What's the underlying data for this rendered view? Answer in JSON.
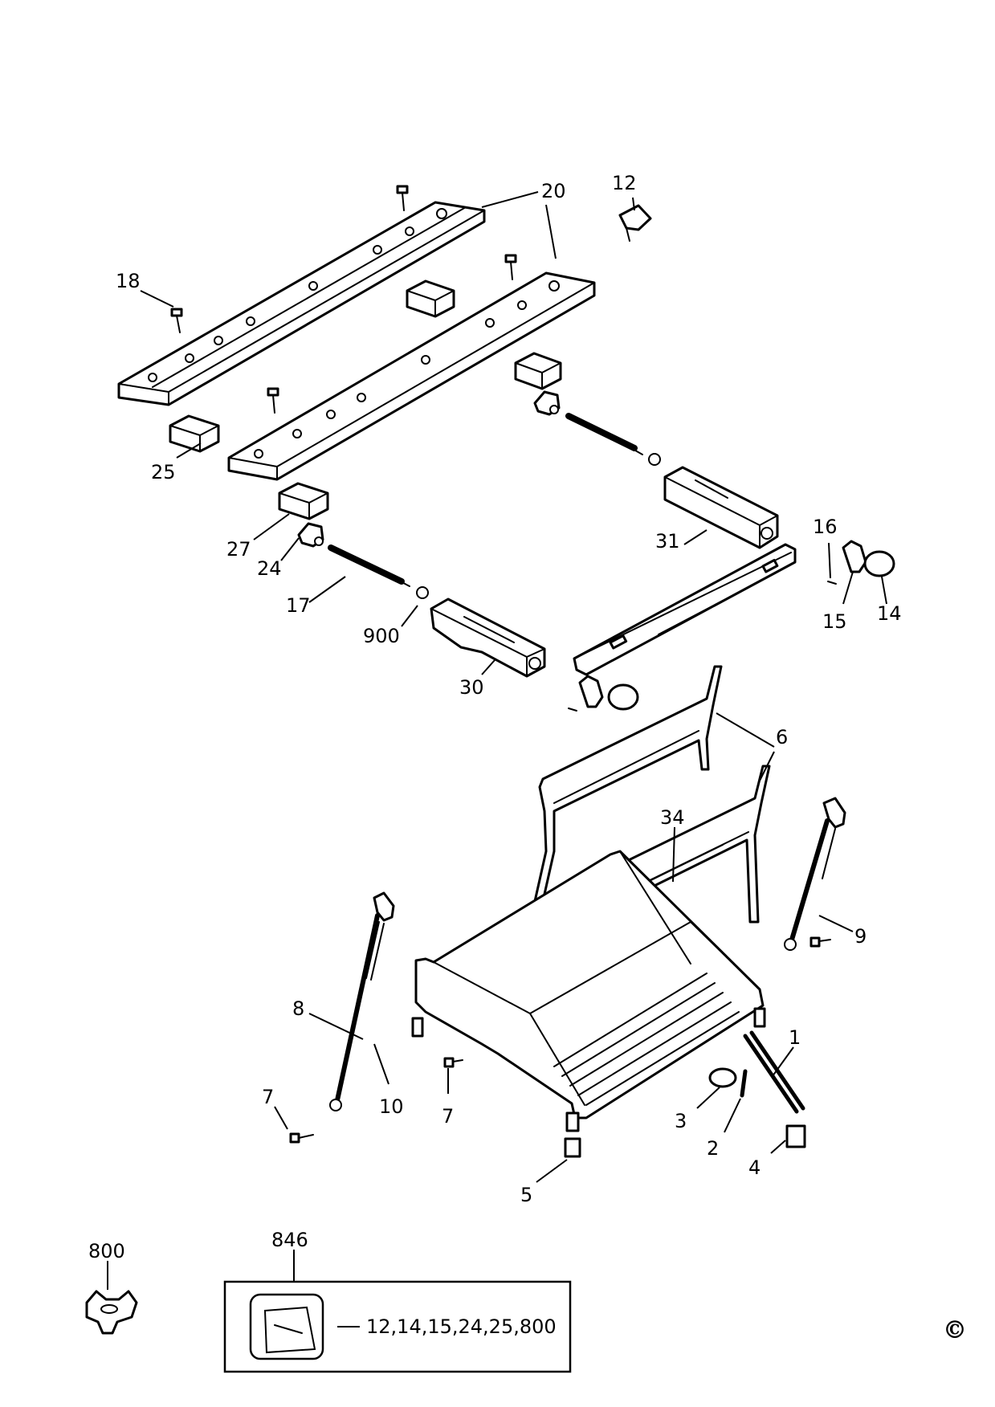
{
  "callouts": {
    "c20": "20",
    "c12": "12",
    "c18": "18",
    "c25": "25",
    "c27": "27",
    "c24": "24",
    "c17": "17",
    "c900": "900",
    "c30": "30",
    "c31": "31",
    "c16": "16",
    "c15": "15",
    "c14": "14",
    "c6": "6",
    "c34": "34",
    "c9": "9",
    "c8": "8",
    "c10": "10",
    "c7a": "7",
    "c7b": "7",
    "c1": "1",
    "c3": "3",
    "c2": "2",
    "c4": "4",
    "c5": "5",
    "c800": "800",
    "c846": "846"
  },
  "kit": {
    "contents": "12,14,15,24,25,800"
  },
  "copyright": "©",
  "colors": {
    "line": "#000000",
    "background": "#ffffff"
  }
}
